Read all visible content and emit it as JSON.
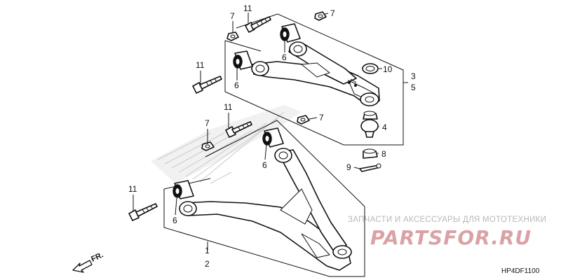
{
  "callouts": {
    "c7_top_left": "7",
    "c11_top": "11",
    "c7_top_right": "7",
    "c6_a": "6",
    "c10": "10",
    "c3": "3",
    "c5": "5",
    "c11_left": "11",
    "c6_b": "6",
    "c11_mid": "11",
    "c7_mid_right": "7",
    "c7_mid_left": "7",
    "c4": "4",
    "c6_c": "6",
    "c8": "8",
    "c9": "9",
    "c11_low": "11",
    "c6_d": "6",
    "c1": "1",
    "c2": "2"
  },
  "watermark": {
    "tagline": "ЗАПЧАСТИ И АКСЕССУАРЫ ДЛЯ МОТОТЕХНИКИ",
    "brand": "PARTSFOR.RU"
  },
  "front_indicator": "FR.",
  "diagram_code": "HP4DF1100",
  "colors": {
    "line": "#111111",
    "watermark_text": "#b8b8b8",
    "watermark_brand": "#d9a3a6",
    "hatch": "#c9c9c9"
  }
}
